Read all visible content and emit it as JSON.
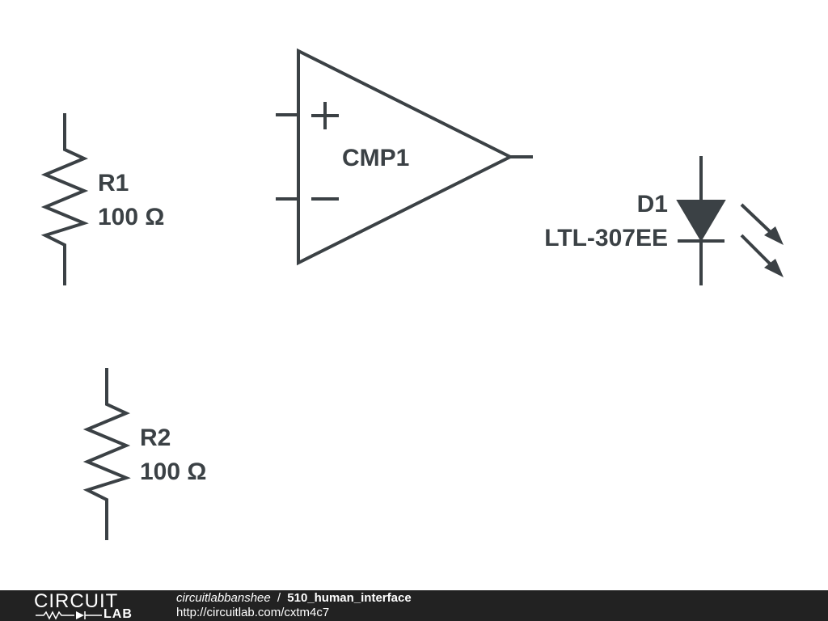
{
  "schematic": {
    "components": [
      {
        "ref": "R1",
        "value": "100 Ω",
        "type": "resistor"
      },
      {
        "ref": "R2",
        "value": "100 Ω",
        "type": "resistor"
      },
      {
        "ref": "CMP1",
        "value": "",
        "type": "comparator"
      },
      {
        "ref": "D1",
        "value": "LTL-307EE",
        "type": "led"
      }
    ],
    "comparator_plus": "+",
    "comparator_minus": "−",
    "stroke_color": "#3b4145"
  },
  "footer": {
    "logo_top": "CIRCUIT",
    "logo_bottom": "LAB",
    "username": "circuitlabbanshee",
    "separator": "/",
    "project": "510_human_interface",
    "url": "http://circuitlab.com/cxtm4c7",
    "background": "#222222"
  }
}
